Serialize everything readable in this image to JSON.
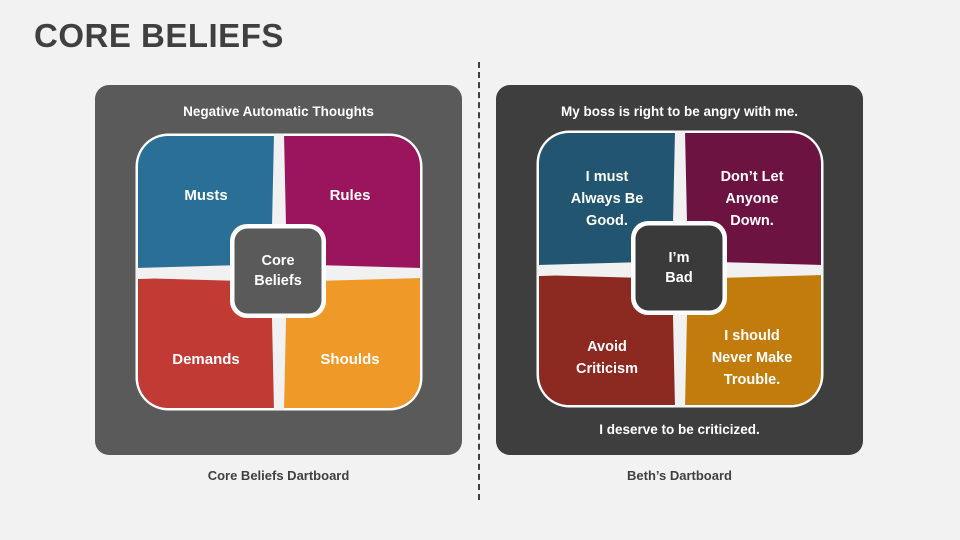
{
  "slide": {
    "title": "CORE BELIEFS",
    "background_color": "#f2f2f2",
    "title_color": "#404040",
    "divider_color": "#3f3f3f"
  },
  "panels": [
    {
      "id": "core-beliefs-dartboard",
      "background_color": "#5a5a5a",
      "heading_top": "Negative Automatic Thoughts",
      "heading_bottom": "",
      "caption": "Core Beliefs Dartboard",
      "hub": {
        "line1": "Core",
        "line2": "Beliefs",
        "color": "#5a5a5a"
      },
      "slices": [
        {
          "name": "top-left",
          "label_lines": [
            "Musts"
          ],
          "color": "#2a6f96"
        },
        {
          "name": "top-right",
          "label_lines": [
            "Rules"
          ],
          "color": "#9b155c"
        },
        {
          "name": "bottom-left",
          "label_lines": [
            "Demands"
          ],
          "color": "#c13a33"
        },
        {
          "name": "bottom-right",
          "label_lines": [
            "Shoulds"
          ],
          "color": "#ef9a28"
        }
      ]
    },
    {
      "id": "beths-dartboard",
      "background_color": "#3e3e3e",
      "heading_top": "My boss is right to be angry with me.",
      "heading_bottom": "I deserve to be criticized.",
      "caption": "Beth’s Dartboard",
      "hub": {
        "line1": "I’m",
        "line2": "Bad",
        "color": "#3a3a3a"
      },
      "slices": [
        {
          "name": "top-left",
          "label_lines": [
            "I must",
            "Always Be",
            "Good."
          ],
          "color": "#22556f"
        },
        {
          "name": "top-right",
          "label_lines": [
            "Don’t Let",
            "Anyone",
            "Down."
          ],
          "color": "#6d1342"
        },
        {
          "name": "bottom-left",
          "label_lines": [
            "Avoid",
            "Criticism"
          ],
          "color": "#8c2a21"
        },
        {
          "name": "bottom-right",
          "label_lines": [
            "I should",
            "Never Make",
            "Trouble."
          ],
          "color": "#c27c0c"
        }
      ]
    }
  ]
}
